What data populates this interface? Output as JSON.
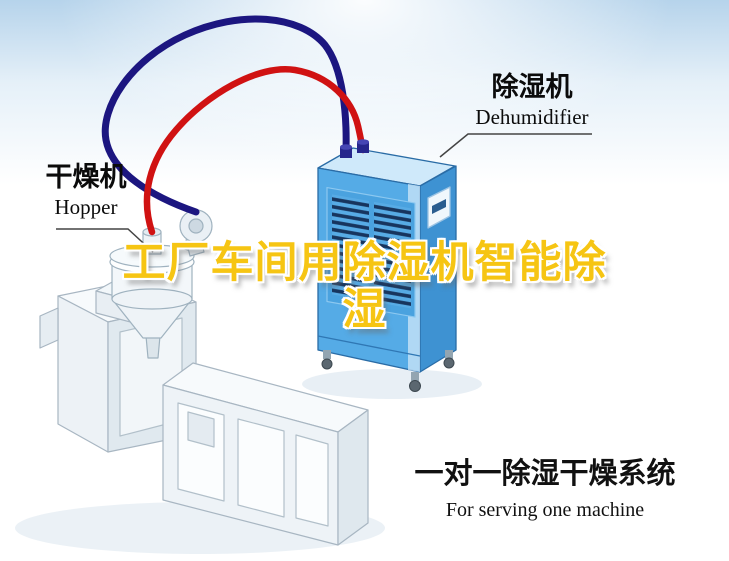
{
  "labels": {
    "dehumidifier": {
      "cn": "除湿机",
      "en": "Dehumidifier"
    },
    "hopper": {
      "cn": "干燥机",
      "en": "Hopper"
    }
  },
  "title": {
    "line1": "工厂车间用除湿机智能除",
    "line2": "湿"
  },
  "caption": {
    "cn": "一对一除湿干燥系统",
    "en": "For serving one machine"
  },
  "colors": {
    "title_yellow": "#f6c513",
    "hose_red": "#d01212",
    "hose_blue": "#1c1680",
    "cabinet_front": "#55abe6",
    "cabinet_side": "#3e92d2",
    "cabinet_top": "#cfe9fa",
    "sky": "#b2d1ea"
  }
}
